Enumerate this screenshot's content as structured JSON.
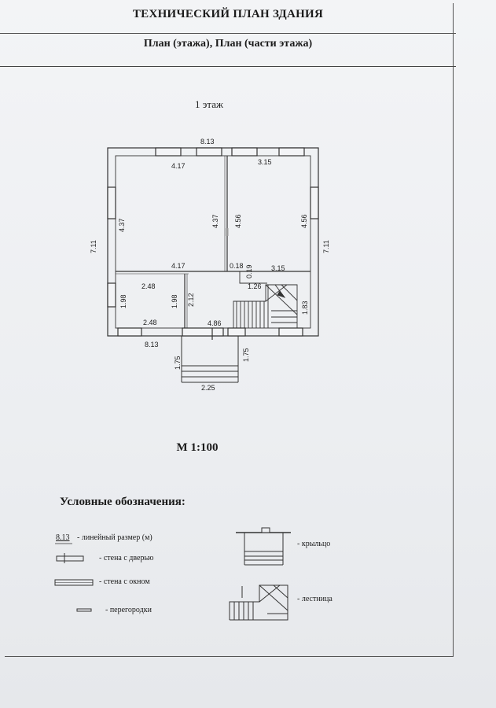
{
  "header": {
    "title": "ТЕХНИЧЕСКИЙ ПЛАН ЗДАНИЯ",
    "subtitle": "План (этажа), План (части этажа)"
  },
  "plan": {
    "floor_label": "1 этаж",
    "dims": {
      "top_total": "8.13",
      "room1_width": "4.17",
      "room2_width": "3.15",
      "room1_height_outer": "4.37",
      "room1_height_inner": "4.37",
      "room2_height_left": "4.56",
      "room2_height_right": "4.56",
      "left_total": "7.11",
      "right_total": "7.11",
      "room1_width_bottom": "4.17",
      "partition_a": "0.18",
      "partition_b": "0.19",
      "room2_width_bottom": "3.15",
      "stair_step": "1.26",
      "room3_width_top": "2.48",
      "room3_height_left": "1.98",
      "room3_height_right": "1.98",
      "corridor_height": "2.12",
      "room3_width_bottom": "2.48",
      "hall_width": "4.86",
      "stair_height": "1.83",
      "bottom_total": "8.13",
      "porch_height_left": "1.75",
      "porch_height_right": "1.75",
      "porch_width": "2.25"
    }
  },
  "scale_label": "М 1:100",
  "legend": {
    "title": "Условные обозначения:",
    "sample_number": "8.13",
    "items": {
      "linear": "- линейный размер (м)",
      "door_wall": "- стена с дверью",
      "window_wall": "- стена с окном",
      "partition": "- перегородки",
      "porch": "- крыльцо",
      "stairs": "- лестница"
    }
  }
}
